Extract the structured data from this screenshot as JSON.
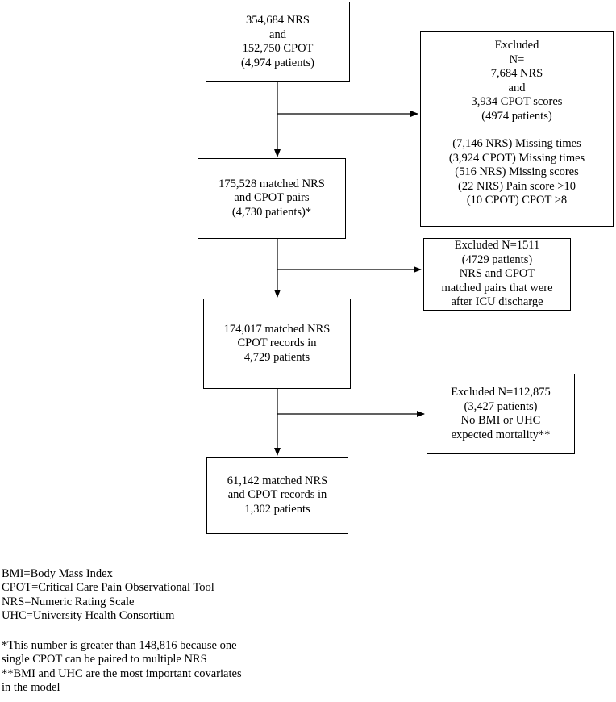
{
  "boxes": {
    "start": [
      "354,684 NRS",
      "and",
      "152,750 CPOT",
      "(4,974 patients)"
    ],
    "excluded1": {
      "header": [
        "Excluded",
        "N=",
        "7,684 NRS",
        "and",
        "3,934 CPOT scores",
        "(4974 patients)"
      ],
      "reasons": [
        "(7,146 NRS) Missing times",
        "(3,924 CPOT) Missing times",
        "(516 NRS) Missing scores",
        "(22 NRS) Pain score >10",
        "(10 CPOT) CPOT >8"
      ]
    },
    "step2": [
      "175,528 matched NRS",
      "and CPOT pairs",
      "(4,730 patients)*"
    ],
    "excluded2": [
      "Excluded N=1511",
      "(4729 patients)",
      "NRS and CPOT",
      "matched pairs that were",
      "after ICU discharge"
    ],
    "step3": [
      "174,017 matched NRS",
      "CPOT records in",
      "4,729 patients"
    ],
    "excluded3": [
      "Excluded N=112,875",
      "(3,427 patients)",
      "No BMI or UHC",
      "expected mortality**"
    ],
    "final": [
      "61,142 matched NRS",
      "and CPOT records in",
      "1,302 patients"
    ]
  },
  "abbreviations": [
    "BMI=Body Mass Index",
    "CPOT=Critical Care Pain Observational Tool",
    "NRS=Numeric Rating Scale",
    "UHC=University Health Consortium"
  ],
  "footnotes": [
    "*This number is greater than 148,816 because one",
    "single CPOT can be paired to multiple NRS",
    "**BMI and UHC are the most important covariates",
    "in the model"
  ]
}
